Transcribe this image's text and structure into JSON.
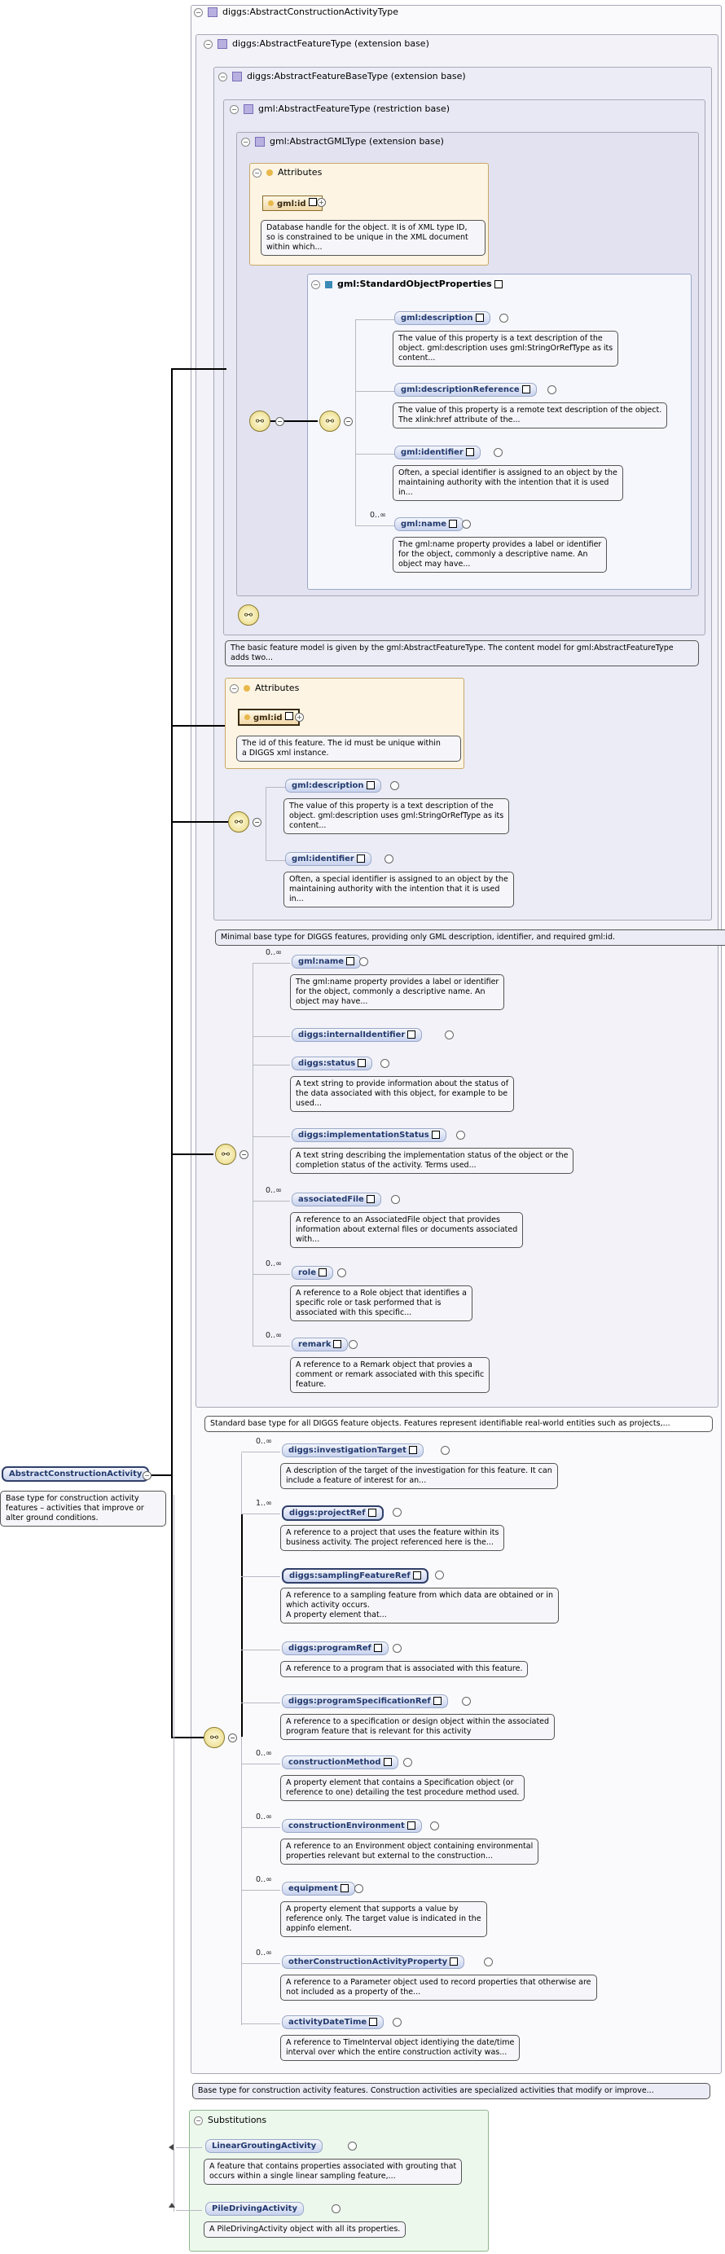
{
  "root": {
    "name": "AbstractConstructionActivity",
    "doc": "Base type for construction activity\nfeatures – activities that improve or\nalter ground conditions."
  },
  "types": {
    "t1": "diggs:AbstractConstructionActivityType",
    "t2": "diggs:AbstractFeatureType (extension base)",
    "t3": "diggs:AbstractFeatureBaseType (extension base)",
    "t4": "gml:AbstractFeatureType (restriction base)",
    "t5": "gml:AbstractGMLType (extension base)",
    "std": "gml:StandardObjectProperties"
  },
  "attributes_label": "Attributes",
  "gml_attr": {
    "name": "gml:id",
    "doc": "Database handle for the object. It is of XML type ID,\nso is constrained to be unique in the XML document\nwithin which..."
  },
  "std_props": [
    {
      "name": "gml:description",
      "doc": "The value of this property is a text description of the\nobject. gml:description uses gml:StringOrRefType as its\ncontent..."
    },
    {
      "name": "gml:descriptionReference",
      "doc": "The value of this property is a remote text description of the object.\nThe xlink:href attribute of the..."
    },
    {
      "name": "gml:identifier",
      "doc": "Often, a special identifier is assigned to an object by the\nmaintaining authority with the intention that it is used\nin..."
    },
    {
      "name": "gml:name",
      "mult": "0..∞",
      "doc": "The gml:name property provides a label or identifier\nfor the object, commonly a descriptive name. An\nobject may have..."
    }
  ],
  "t4_doc": "The basic feature model is given by the gml:AbstractFeatureType. The content model for gml:AbstractFeatureType\nadds two...",
  "fb_attr": {
    "name": "gml:id",
    "doc": "The id of this feature. The id must be unique within\na DIGGS xml instance."
  },
  "fb_props": [
    {
      "name": "gml:description",
      "doc": "The value of this property is a text description of the\nobject. gml:description uses gml:StringOrRefType as its\ncontent..."
    },
    {
      "name": "gml:identifier",
      "doc": "Often, a special identifier is assigned to an object by the\nmaintaining authority with the intention that it is used\nin..."
    }
  ],
  "t3_doc": "Minimal base type for DIGGS features, providing only GML description, identifier, and required gml:id.",
  "feat_props": [
    {
      "name": "gml:name",
      "mult": "0..∞",
      "doc": "The gml:name property provides a label or identifier\nfor the object, commonly a descriptive name. An\nobject may have..."
    },
    {
      "name": "diggs:internalIdentifier",
      "mult": "",
      "doc": ""
    },
    {
      "name": "diggs:status",
      "mult": "",
      "doc": "A text string to provide information about the status of\nthe data associated with this object, for example to be\nused..."
    },
    {
      "name": "diggs:implementationStatus",
      "mult": "",
      "doc": "A text string describing the implementation status of the object or the\ncompletion status of the activity. Terms used..."
    },
    {
      "name": "associatedFile",
      "mult": "0..∞",
      "doc": "A reference to an AssociatedFile object that provides\ninformation about external files or documents associated\nwith..."
    },
    {
      "name": "role",
      "mult": "0..∞",
      "doc": "A reference to a Role object that identifies a\nspecific role or task performed that is\nassociated with this specific..."
    },
    {
      "name": "remark",
      "mult": "0..∞",
      "doc": "A reference to a Remark object that provies a\ncomment or remark associated with this specific\nfeature."
    }
  ],
  "t2_doc": "Standard base type for all DIGGS feature objects. Features represent identifiable real-world entities such as projects,...",
  "ca_props": [
    {
      "name": "diggs:investigationTarget",
      "mult": "0..∞",
      "doc": "A description of the target of the investigation for this feature. It can\ninclude a feature of interest for an..."
    },
    {
      "name": "diggs:projectRef",
      "mult": "1..∞",
      "doc": "A reference to a project that uses the feature within its\nbusiness activity. The project referenced here is the..."
    },
    {
      "name": "diggs:samplingFeatureRef",
      "mult": "",
      "doc": "A reference to a sampling feature from which data are obtained or in\nwhich activity occurs.\nA property element that..."
    },
    {
      "name": "diggs:programRef",
      "mult": "",
      "doc": "A reference to a program that is associated with this feature."
    },
    {
      "name": "diggs:programSpecificationRef",
      "mult": "",
      "doc": "A reference to a specification or design object within the associated\nprogram feature that is relevant for this activity"
    },
    {
      "name": "constructionMethod",
      "mult": "0..∞",
      "doc": "A property element that contains a Specification object (or\nreference to one) detailing the test procedure method used."
    },
    {
      "name": "constructionEnvironment",
      "mult": "0..∞",
      "doc": "A reference to an Environment object containing environmental\nproperties relevant but external to the construction..."
    },
    {
      "name": "equipment",
      "mult": "0..∞",
      "doc": "A property element that supports a value by\nreference only. The target value is indicated in the\nappinfo element."
    },
    {
      "name": "otherConstructionActivityProperty",
      "mult": "0..∞",
      "doc": "A reference to a Parameter object used to record properties that otherwise are\nnot included as a property of the..."
    },
    {
      "name": "activityDateTime",
      "mult": "",
      "doc": "A reference to TimeInterval object identiying the date/time\ninterval over which the entire construction activity was..."
    }
  ],
  "t1_doc": "Base type for construction activity features. Construction activities are specialized activities that modify or improve...",
  "subst": {
    "label": "Substitutions",
    "items": [
      {
        "name": "LinearGroutingActivity",
        "doc": "A feature that contains properties associated with grouting that\noccurs within a single linear sampling feature,..."
      },
      {
        "name": "PileDrivingActivity",
        "doc": "A PileDrivingActivity object with all its properties."
      }
    ]
  }
}
